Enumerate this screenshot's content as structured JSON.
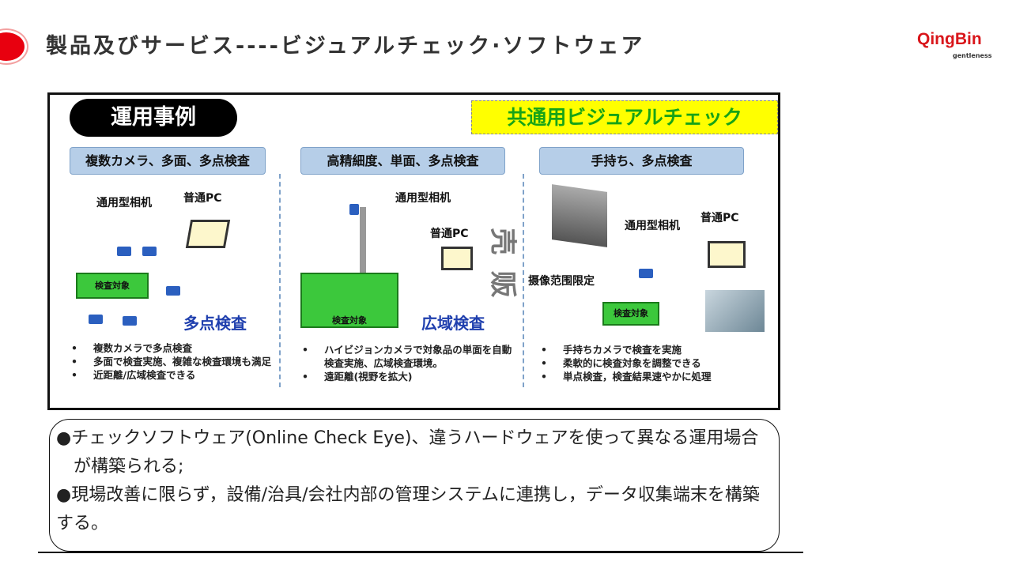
{
  "header": {
    "title": "製品及びサービス----ビジュアルチェック·ソフトウェア",
    "logo": "QingBin",
    "logo_sub": "gentleness"
  },
  "slide": {
    "badge": "運用事例",
    "common": "共通用ビジュアルチェック",
    "watermark": "壳贩",
    "columns": [
      {
        "heading": "複数カメラ、多面、多点検査",
        "labels": {
          "camera": "通用型相机",
          "pc": "普通PC",
          "target": "検査対象",
          "big": "多点検査"
        },
        "bullets": [
          "複数カメラで多点検査",
          "多面で検査実施、複雑な検査環境も満足",
          "近距離/広域検査できる"
        ]
      },
      {
        "heading": "高精細度、単面、多点検査",
        "labels": {
          "camera": "通用型相机",
          "pc": "普通PC",
          "target": "検査対象",
          "big": "広域検査"
        },
        "bullets": [
          "ハイビジョンカメラで対象品の単面を自動検査実施、広域検査環境。",
          "遠距離(視野を拡大)"
        ]
      },
      {
        "heading": "手持ち、多点検査",
        "labels": {
          "camera": "通用型相机",
          "pc": "普通PC",
          "target": "検査対象",
          "range": "摄像范围限定"
        },
        "bullets": [
          "手持ちカメラで検査を実施",
          "柔軟的に検査対象を調整できる",
          "単点検査，検査結果速やかに処理"
        ]
      }
    ],
    "note": [
      "●チェックソフトウェア(Online Check Eye)、違うハードウェアを使って異なる運用場合",
      "　が構築られる;",
      "●現場改善に限らず，設備/治具/会社内部の管理システムに連携し，データ収集端末を構築する。"
    ]
  }
}
